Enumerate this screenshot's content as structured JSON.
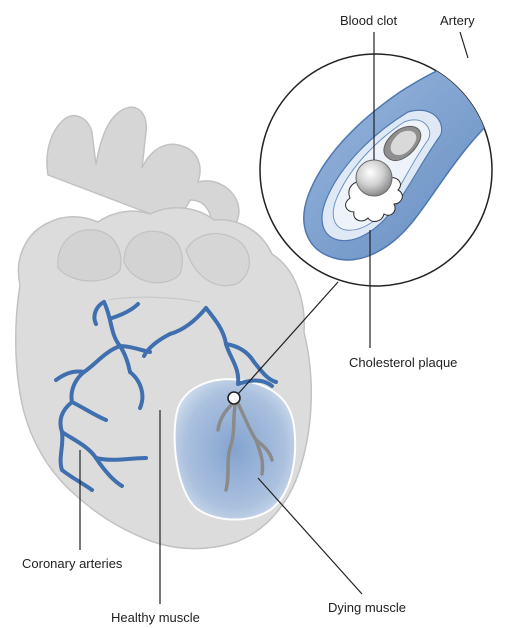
{
  "labels": {
    "blood_clot": "Blood clot",
    "artery": "Artery",
    "cholesterol_plaque": "Cholesterol plaque",
    "coronary_arteries": "Coronary arteries",
    "healthy_muscle": "Healthy muscle",
    "dying_muscle": "Dying muscle"
  },
  "colors": {
    "heart_fill": "#dcdcdc",
    "heart_outline": "#c2c2c2",
    "coronary_vessel": "#3f6fae",
    "dead_vessel": "#8a8a8a",
    "ischemic_area": "#a9c0df",
    "artery_outer": "#7ea3d2",
    "artery_inner": "#dfe9f5",
    "leader_line": "#222222"
  },
  "icons": {
    "heart": "heart-icon",
    "artery": "artery-cross-section-icon",
    "clot": "blood-clot-icon"
  }
}
